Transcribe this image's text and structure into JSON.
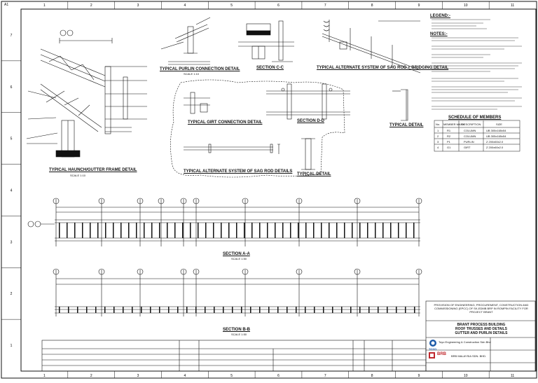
{
  "drawing": {
    "zone_columns": [
      "1",
      "2",
      "3",
      "4",
      "5",
      "6",
      "7",
      "8",
      "9",
      "10",
      "11"
    ],
    "zone_rows": [
      "7",
      "6",
      "5",
      "4",
      "3",
      "2",
      "1"
    ],
    "sheet_corner_label": "A1"
  },
  "details": {
    "haunch_gutter": "TYPICAL HAUNCH/GUTTER FRAME DETAIL",
    "purlin_connection": "TYPICAL PURLIN CONNECTION DETAIL",
    "section_c2": "SECTION C-C",
    "alt_sag_rod_bridging": "TYPICAL ALTERNATE SYSTEM OF SAG ROD + BRIDGING DETAIL",
    "girt_connection": "TYPICAL GIRT CONNECTION DETAIL",
    "section_d": "SECTION D-D",
    "typical_detail": "TYPICAL DETAIL",
    "alt_sag_rod": "TYPICAL ALTERNATE SYSTEM OF SAG ROD DETAILS",
    "typical_detail_2": "TYPICAL DETAIL",
    "section_a": "SECTION A-A",
    "section_b": "SECTION B-B",
    "scale": "SCALE 1:10",
    "scale_2": "SCALE 1:50"
  },
  "notes": {
    "legend_title": "LEGEND:-",
    "notes_title": "NOTES:-",
    "schedule_title": "SCHEDULE OF MEMBERS",
    "schedule_headers": [
      "No.",
      "MEMBER MARK",
      "DESCRIPTION",
      "SIZE"
    ],
    "schedule_rows": [
      [
        "1",
        "R1",
        "COLUMN",
        "UB 305x165x54"
      ],
      [
        "2",
        "R2",
        "COLUMN",
        "UB 305x165x54"
      ],
      [
        "3",
        "P1",
        "PURLIN",
        "Z 200x60x2.0"
      ],
      [
        "4",
        "G1",
        "GIRT",
        "Z 200x60x2.0"
      ]
    ]
  },
  "title_block": {
    "project": "PROVISION OF ENGINEERING, PROCUREMENT, CONSTRUCTION AND COMMISSIONING (EPCC) OF SK-EDMB BRP IN ROMPIN FACILITY FOR PROJECT BRANT",
    "title_1": "BRANT PROCESS BUILDING",
    "title_2": "ROOF TRUSSES AND DETAILS",
    "title_3": "GUTTER AND PURLIN DETAILS",
    "company_1": "TOYO",
    "company_1_desc": "Toyo Engineering & Construction Sdn Bhd",
    "company_2": "BRB",
    "company_2_desc": "BRB MALAYSIA SDN. BHD."
  },
  "colors": {
    "ink": "#111111",
    "brb_red": "#c0282d",
    "toyo_blue": "#1d5aa8"
  }
}
